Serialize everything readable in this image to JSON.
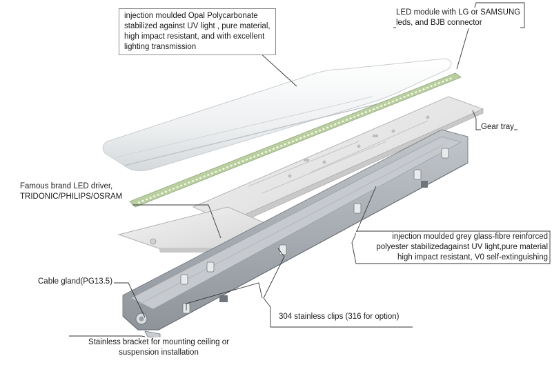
{
  "labels": {
    "cover": [
      "injection moulded Opal Polycarbonate",
      "stabilized against UV light , pure material,",
      "high impact resistant, and  with  excellent",
      "lighting transmission"
    ],
    "led_module": [
      "LED module with LG or SAMSUNG",
      "leds, and BJB connector"
    ],
    "gear_tray": [
      "Gear tray"
    ],
    "driver": [
      "Famous brand LED driver,",
      "TRIDONIC/PHILIPS/OSRAM"
    ],
    "housing": [
      "injection moulded grey glass-fibre reinforced",
      "polyester stabilizedagainst UV light,pure material",
      "high impact resistant, V0 self-extinguishing"
    ],
    "cable_gland": [
      "Cable gland(PG13.5)"
    ],
    "clips": [
      "304 stainless clips (316 for option)"
    ],
    "bracket": [
      "Stainless bracket for mounting ceiling or",
      "suspension installation"
    ]
  },
  "colors": {
    "cover": "#f1f3f4",
    "led_strip": "#b9cfa0",
    "led_chip": "#f7f7e8",
    "gear_tray": "#e6e6e6",
    "housing": "#a8adb3",
    "housing_inner": "#c6cacf",
    "leader": "#333333"
  }
}
